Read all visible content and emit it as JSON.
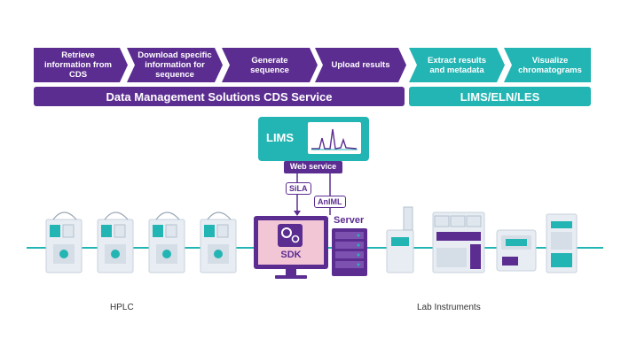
{
  "steps": [
    {
      "label": "Retrieve\ninformation from\nCDS",
      "color": "#5c2d91"
    },
    {
      "label": "Download specific\ninformation for\nsequence",
      "color": "#5c2d91"
    },
    {
      "label": "Generate\nsequence",
      "color": "#5c2d91"
    },
    {
      "label": "Upload results",
      "color": "#5c2d91"
    },
    {
      "label": "Extract results\nand metadata",
      "color": "#23b5b3"
    },
    {
      "label": "Visualize\nchromatograms",
      "color": "#23b5b3"
    }
  ],
  "bars": {
    "cds_service": "Data Management Solutions CDS Service",
    "lims_eln_les": "LIMS/ELN/LES"
  },
  "lims": {
    "title": "LIMS",
    "web_service": "Web service"
  },
  "protocols": {
    "sila": "SiLA",
    "animl": "AnIML"
  },
  "sdk_label": "SDK",
  "server_label": "Server",
  "captions": {
    "hplc": "HPLC",
    "lab_instruments": "Lab Instruments"
  },
  "colors": {
    "purple": "#5c2d91",
    "teal": "#23b5b3",
    "pink": "#f3c6d6"
  }
}
